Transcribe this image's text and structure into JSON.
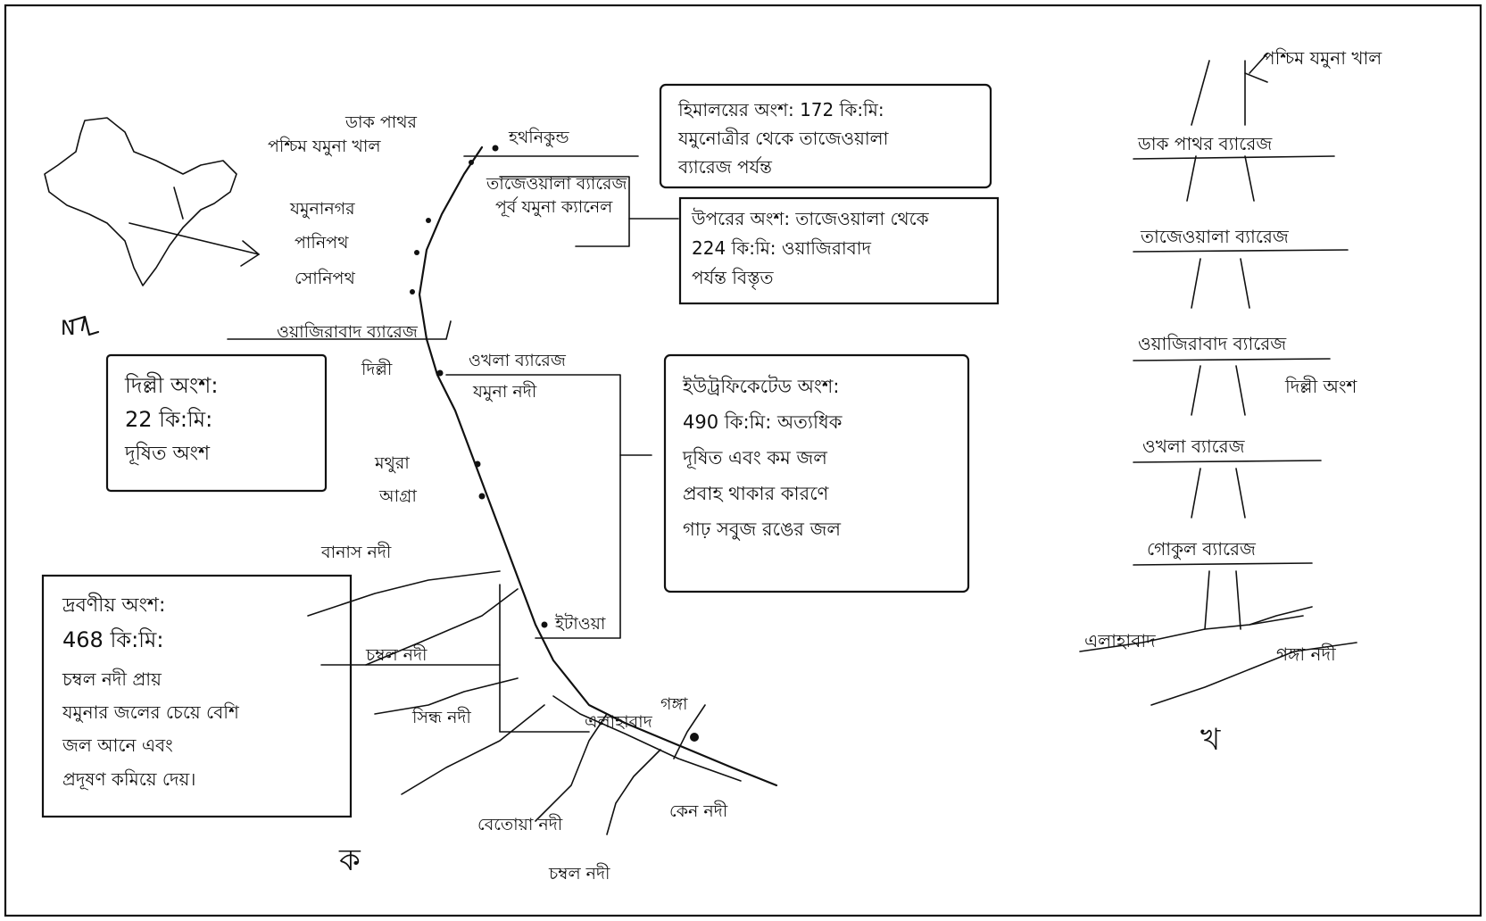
{
  "sketch_a": {
    "north_marker": "N",
    "labels": {
      "haridwar_top": "পশ্চিম যমুনা খাল",
      "dak_pathar_small": "ডাক পাথর",
      "haridwar": "হথনিকুন্ড",
      "tajewala": "তাজেওয়ালা ব্যারেজ",
      "east_yamuna": "পূর্ব যমুনা ক্যানেল",
      "yamunanagar": "যমুনানগর",
      "panipat": "পানিপথ",
      "sonipat": "সোনিপথ",
      "wazirabad": "ওয়াজিরাবাদ ব্যারেজ",
      "delhi": "দিল্লী",
      "okhla": "ওখলা ব্যারেজ",
      "yamuna_river": "যমুনা নদী",
      "mathura": "মথুরা",
      "agra": "আগ্রা",
      "banas": "বানাস নদী",
      "etawah": "ইটাওয়া",
      "chambal": "চম্বল নদী",
      "sindh": "সিন্ধ নদী",
      "ganga": "গঙ্গা",
      "allahabad": "এলাহাবাদ",
      "betwa": "বেতোয়া নদী",
      "ken": "কেন নদী",
      "chambal2": "চম্বল নদী",
      "sketch_letter": "ক"
    },
    "boxes": {
      "upper": [
        "হিমালয়ের অংশ: 172 কি:মি:",
        "যমুনোত্রীর থেকে তাজেওয়ালা",
        "ব্যারেজ পর্যন্ত"
      ],
      "tajewala": [
        "উপরের অংশ: তাজেওয়ালা থেকে",
        "224 কি:মি: ওয়াজিরাবাদ",
        "পর্যন্ত বিস্তৃত"
      ],
      "delhi": [
        "দিল্লী অংশ:",
        "22 কি:মি:",
        "দূষিত অংশ"
      ],
      "eutrophic": [
        "ইউট্রফিকেটেড অংশ:",
        "490 কি:মি: অত্যধিক",
        "দূষিত এবং কম জল",
        "প্রবাহ থাকার কারণে",
        "গাঢ় সবুজ রঙের জল"
      ],
      "diluted": [
        "দ্রবণীয় অংশ:",
        "468 কি:মি:",
        "চম্বল নদী প্রায়",
        "যমুনার জলের চেয়ে বেশি",
        "জল আনে এবং",
        "প্রদূষণ কমিয়ে দেয়।"
      ]
    }
  },
  "sketch_b": {
    "labels": {
      "top": "পশ্চিম যমুনা খাল",
      "dak_pathar": "ডাক পাথর ব্যারেজ",
      "tajewala": "তাজেওয়ালা ব্যারেজ",
      "wazirabad": "ওয়াজিরাবাদ ব্যারেজ",
      "delhi_segment": "দিল্লী অংশ",
      "okhla": "ওখলা ব্যারেজ",
      "gokul": "গোকুল ব্যারেজ",
      "allahabad": "এলাহাবাদ",
      "ganga": "গঙ্গা নদী",
      "sketch_letter": "খ"
    }
  }
}
